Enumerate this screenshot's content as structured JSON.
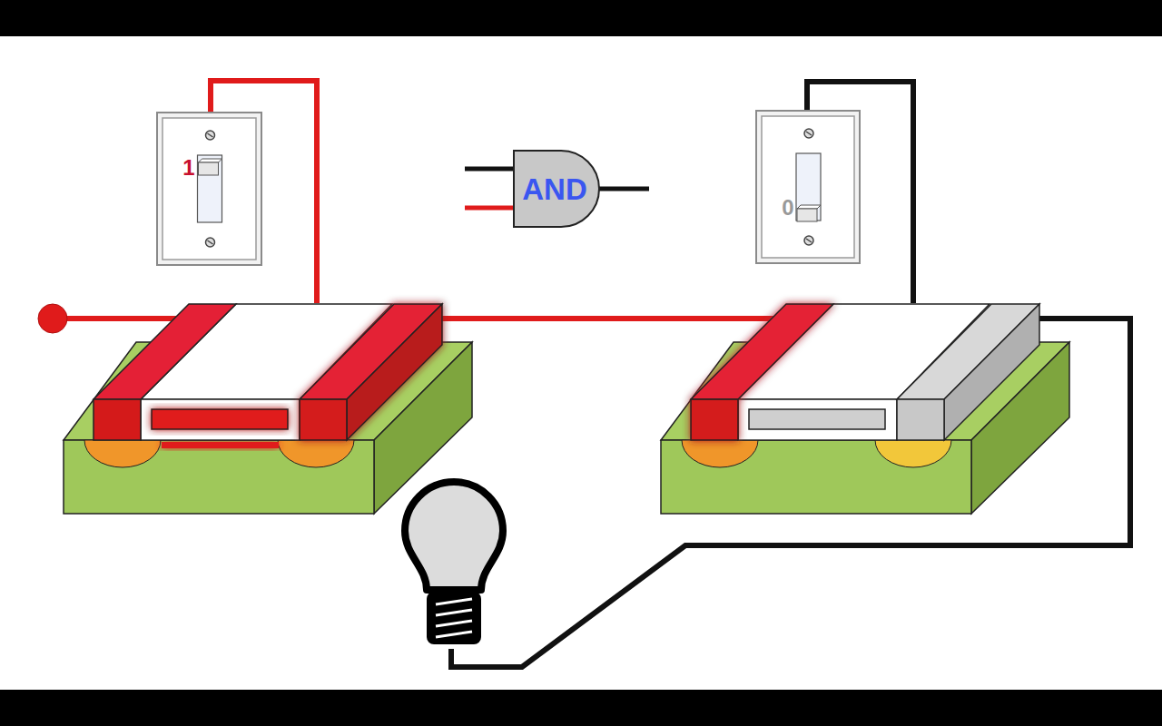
{
  "diagram": {
    "nodes": [
      {
        "text": [
          "1"
        ]
      },
      {
        "text": [
          "AND"
        ]
      },
      {
        "text": [
          "0"
        ]
      }
    ]
  }
}
